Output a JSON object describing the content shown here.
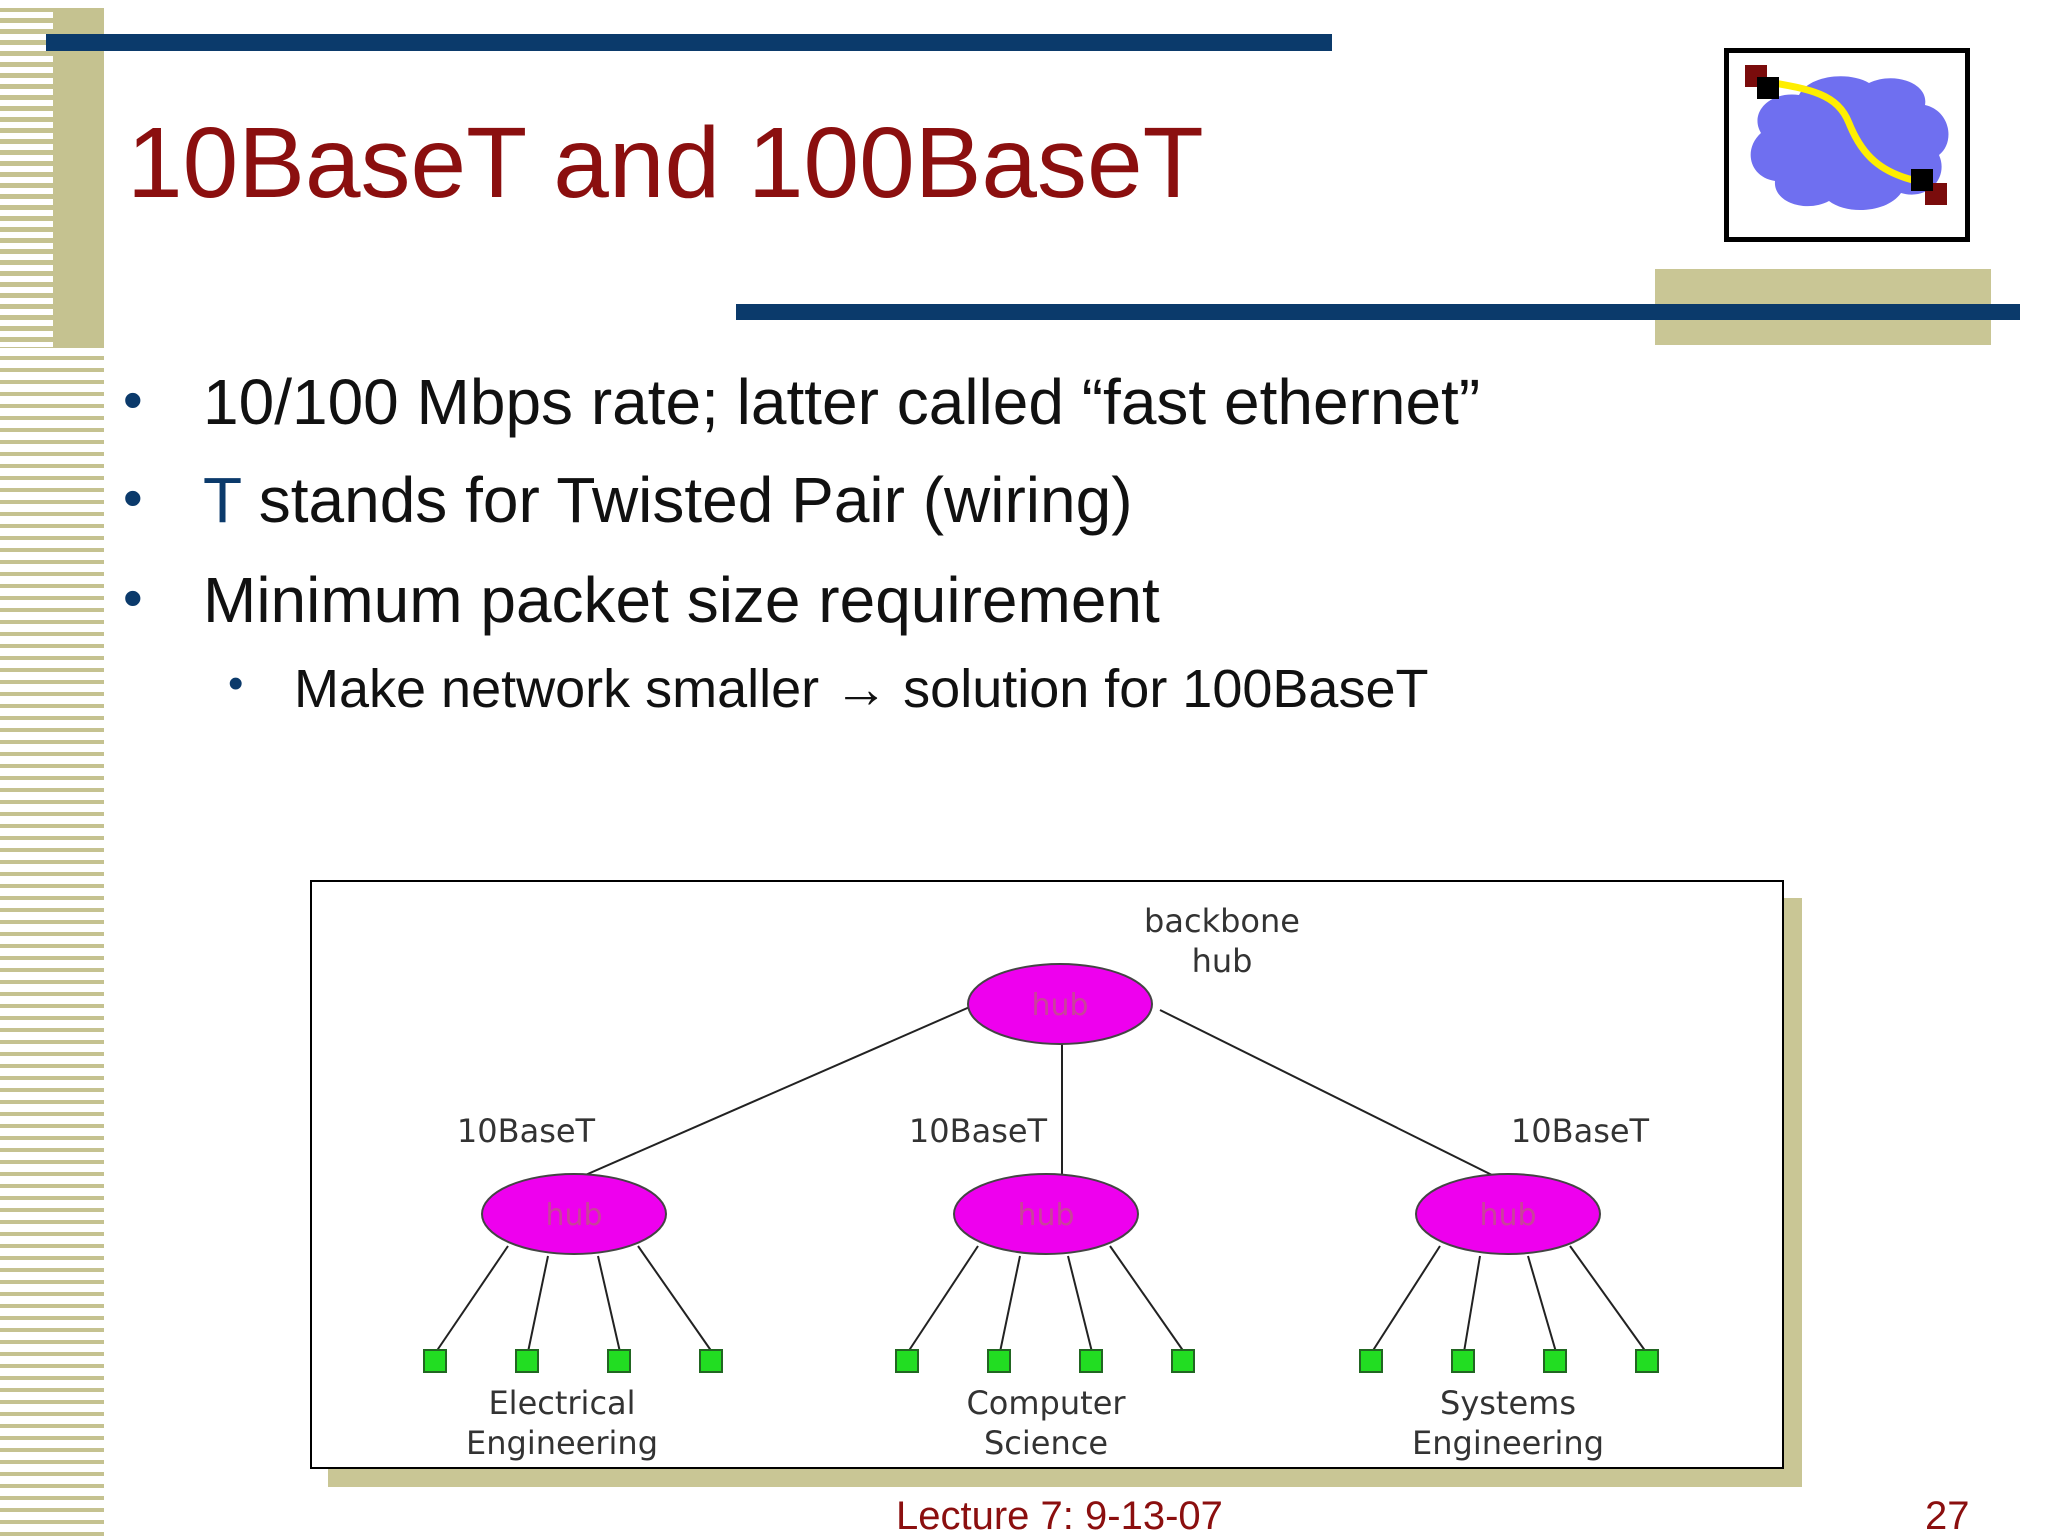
{
  "slide": {
    "title": "10BaseT and 100BaseT",
    "bullets": [
      {
        "text": "10/100 Mbps rate; latter called “fast ethernet”"
      },
      {
        "lead": "T",
        "text": " stands for Twisted Pair (wiring)"
      },
      {
        "text": "Minimum packet size requirement"
      }
    ],
    "sub_bullets": [
      {
        "text": "Make network smaller → solution for 100BaseT"
      }
    ],
    "bullet_glyph": "•",
    "footer": "Lecture 7: 9-13-07",
    "page_number": "27"
  },
  "diagram": {
    "backbone_label_line1": "backbone",
    "backbone_label_line2": "hub",
    "hub_label": "hub",
    "link_label": "10BaseT",
    "departments": [
      {
        "line1": "Electrical",
        "line2": "Engineering"
      },
      {
        "line1": "Computer",
        "line2": "Science"
      },
      {
        "line1": "Systems",
        "line2": "Engineering"
      }
    ],
    "hosts_per_hub": 4
  },
  "colors": {
    "title": "#8b0f0f",
    "rule": "#0b3a6b",
    "accent_tan": "#c9c695",
    "hub_fill": "#ee00ee",
    "hub_text": "#c8439a",
    "host_fill": "#22dd22",
    "logo_cloud": "#6f6ff0",
    "logo_wire": "#ffee00"
  }
}
